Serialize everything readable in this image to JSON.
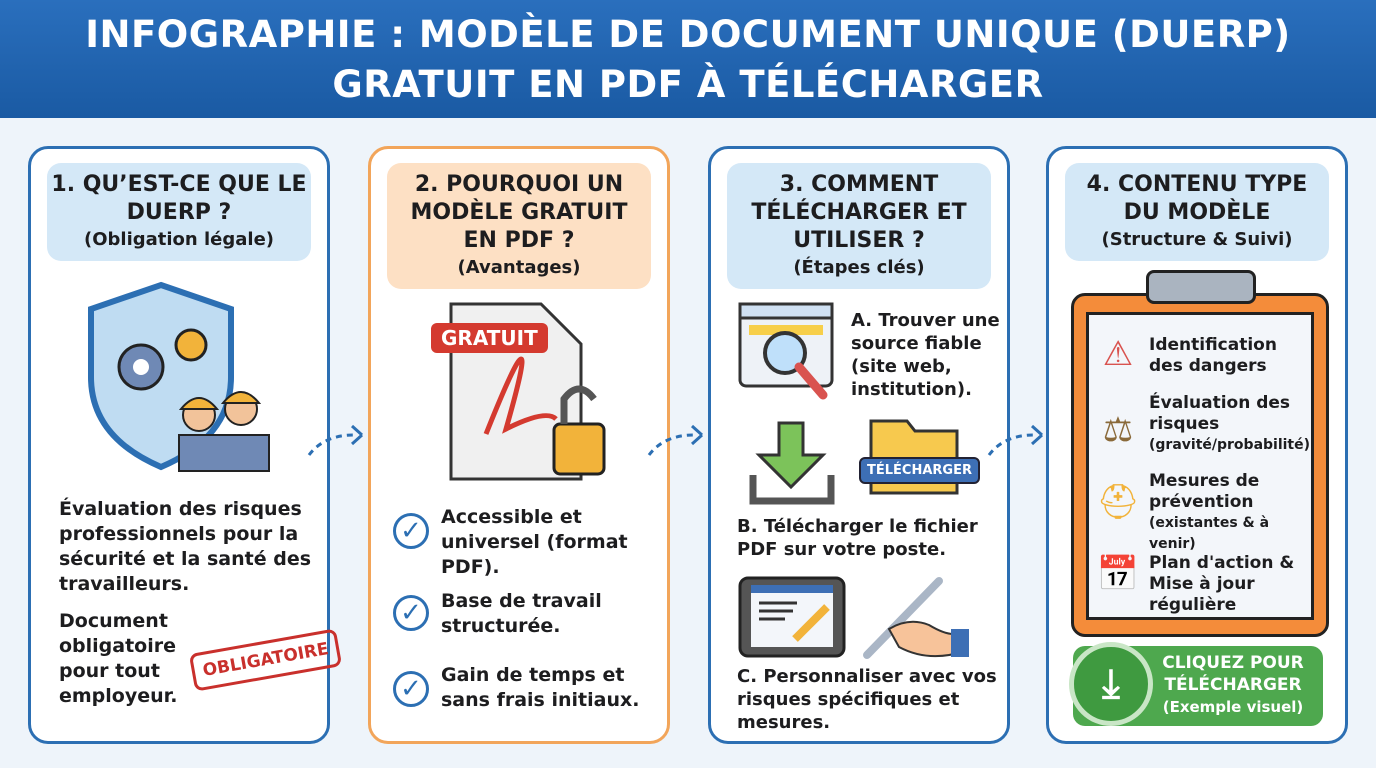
{
  "header": {
    "line1": "INFOGRAPHIE : MODÈLE DE DOCUMENT UNIQUE (DUERP)",
    "line2": "GRATUIT EN PDF À TÉLÉCHARGER"
  },
  "colors": {
    "header": "#1f62ad",
    "blue_border": "#2c6fb3",
    "orange_border": "#f2a55a",
    "green_button": "#4ea84e"
  },
  "cards": [
    {
      "title": "1. QU’EST-CE QUE LE DUERP ?",
      "subtitle": "(Obligation légale)",
      "text1": "Évaluation des risques professionnels pour la sécurité et la santé des travailleurs.",
      "text2": "Document obligatoire pour tout employeur.",
      "stamp": "OBLIGATOIRE",
      "icon": "shield-gears-workers-icon"
    },
    {
      "title": "2. POURQUOI UN MODÈLE GRATUIT EN PDF ?",
      "subtitle": "(Avantages)",
      "badge": "GRATUIT",
      "icon": "pdf-file-unlocked-icon",
      "items": [
        "Accessible et universel (format PDF).",
        "Base de travail structurée.",
        "Gain de temps et sans frais initiaux."
      ]
    },
    {
      "title": "3. COMMENT TÉLÉCHARGER ET UTILISER ?",
      "subtitle": "(Étapes clés)",
      "stepA": "A. Trouver une source fiable (site web, institution).",
      "folder_label": "TÉLÉCHARGER",
      "stepB": "B. Télécharger le fichier PDF sur votre poste.",
      "stepC": "C. Personnaliser avec vos risques spécifiques et mesures."
    },
    {
      "title": "4. CONTENU TYPE DU MODÈLE",
      "subtitle": "(Structure & Suivi)",
      "items": [
        {
          "label": "Identification des dangers",
          "sub": "",
          "icon": "warning-icon"
        },
        {
          "label": "Évaluation des risques",
          "sub": "(gravité/probabilité)",
          "icon": "scales-icon"
        },
        {
          "label": "Mesures de prévention",
          "sub": "(existantes & à venir)",
          "icon": "hard-hat-icon"
        },
        {
          "label": "Plan d'action & Mise à jour régulière",
          "sub": "",
          "icon": "calendar-clock-icon"
        }
      ],
      "button": {
        "line1": "CLIQUEZ POUR",
        "line2": "TÉLÉCHARGER",
        "line3": "(Exemple visuel)"
      }
    }
  ]
}
